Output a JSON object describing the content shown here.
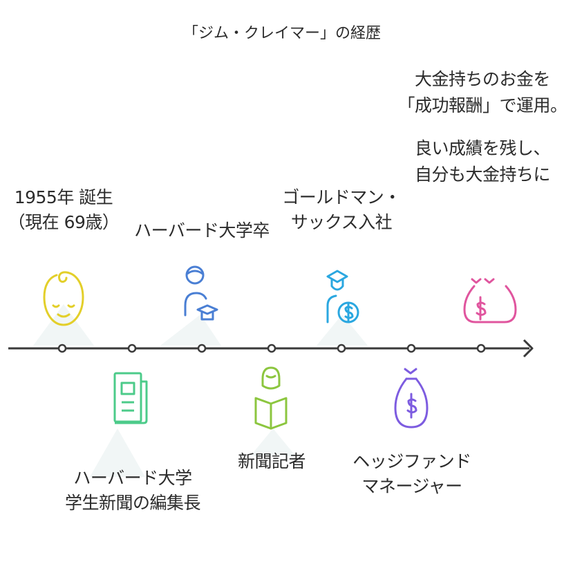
{
  "title": "「ジム・クレイマー」の経歴",
  "events": [
    {
      "id": "birth",
      "lines": [
        "1955年 誕生",
        "（現在 69歳）"
      ],
      "icon": "baby-face-icon",
      "color": "#e3cf2a"
    },
    {
      "id": "newspaper-editor",
      "lines": [
        "ハーバード大学",
        "学生新聞の編集長"
      ],
      "icon": "newspaper-icon",
      "color": "#4ccb8a"
    },
    {
      "id": "harvard-grad",
      "lines": [
        "ハーバード大学卒"
      ],
      "icon": "graduate-icon",
      "color": "#4a7fd4"
    },
    {
      "id": "reporter",
      "lines": [
        "新聞記者"
      ],
      "icon": "reader-icon",
      "color": "#8cc63f"
    },
    {
      "id": "goldman",
      "lines": [
        "ゴールドマン・",
        "サックス入社"
      ],
      "icon": "graduate-money-icon",
      "color": "#2aa7e0"
    },
    {
      "id": "hedge-fund",
      "lines": [
        "ヘッジファンド",
        "マネージャー"
      ],
      "icon": "money-bag-icon",
      "color": "#7d5ce0"
    },
    {
      "id": "wealthy",
      "lines": [
        "大金持ちのお金を",
        "「成功報酬」で運用。",
        "",
        "良い成績を残し、",
        "自分も大金持ちに"
      ],
      "icon": "money-bags-icon",
      "color": "#e0559e"
    }
  ]
}
